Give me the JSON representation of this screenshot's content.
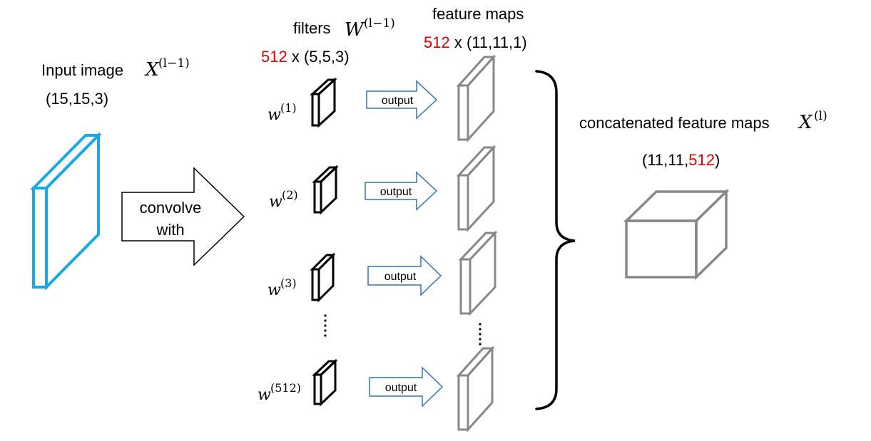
{
  "input": {
    "label": "Input image",
    "symbol": "X",
    "superscript": "(l−1)",
    "dims": "(15,15,3)",
    "color": "#1aa9e6"
  },
  "convolve": {
    "line1": "convolve",
    "line2": "with"
  },
  "filters": {
    "label": "filters",
    "symbol": "W",
    "superscript": "(l−1)",
    "count": "512",
    "dims_rest": " x (5,5,3)",
    "items": [
      {
        "symbol": "w",
        "superscript": "(1)"
      },
      {
        "symbol": "w",
        "superscript": "(2)"
      },
      {
        "symbol": "w",
        "superscript": "(3)"
      },
      {
        "symbol": "w",
        "superscript": "(512)"
      }
    ]
  },
  "output_label": "output",
  "output_arrow_color": "#2e75b6",
  "feature_maps": {
    "label": "feature maps",
    "count": "512",
    "dims_rest": " x (11,11,1)",
    "color": "#888888"
  },
  "concat": {
    "label": "concatenated feature maps",
    "symbol": "X",
    "superscript": "(l)",
    "dims_prefix": "(11,11,",
    "dims_count": "512",
    "dims_suffix": ")",
    "color": "#888888"
  },
  "accent_color": "#e00000"
}
